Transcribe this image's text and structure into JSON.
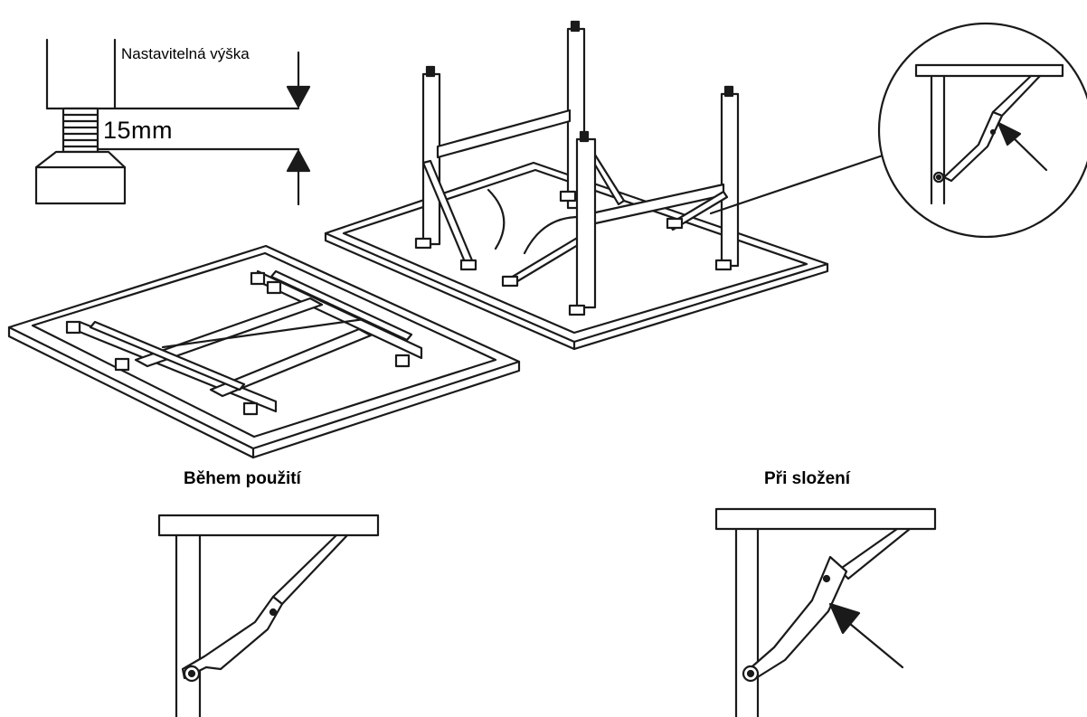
{
  "foot_detail": {
    "label": "Nastavitelná výška",
    "measurement": "15mm"
  },
  "states": {
    "in_use": "Během použití",
    "folded": "Při složení"
  },
  "colors": {
    "line": "#1a1a1a",
    "frame": "#ffffff",
    "background": "#ffffff"
  }
}
